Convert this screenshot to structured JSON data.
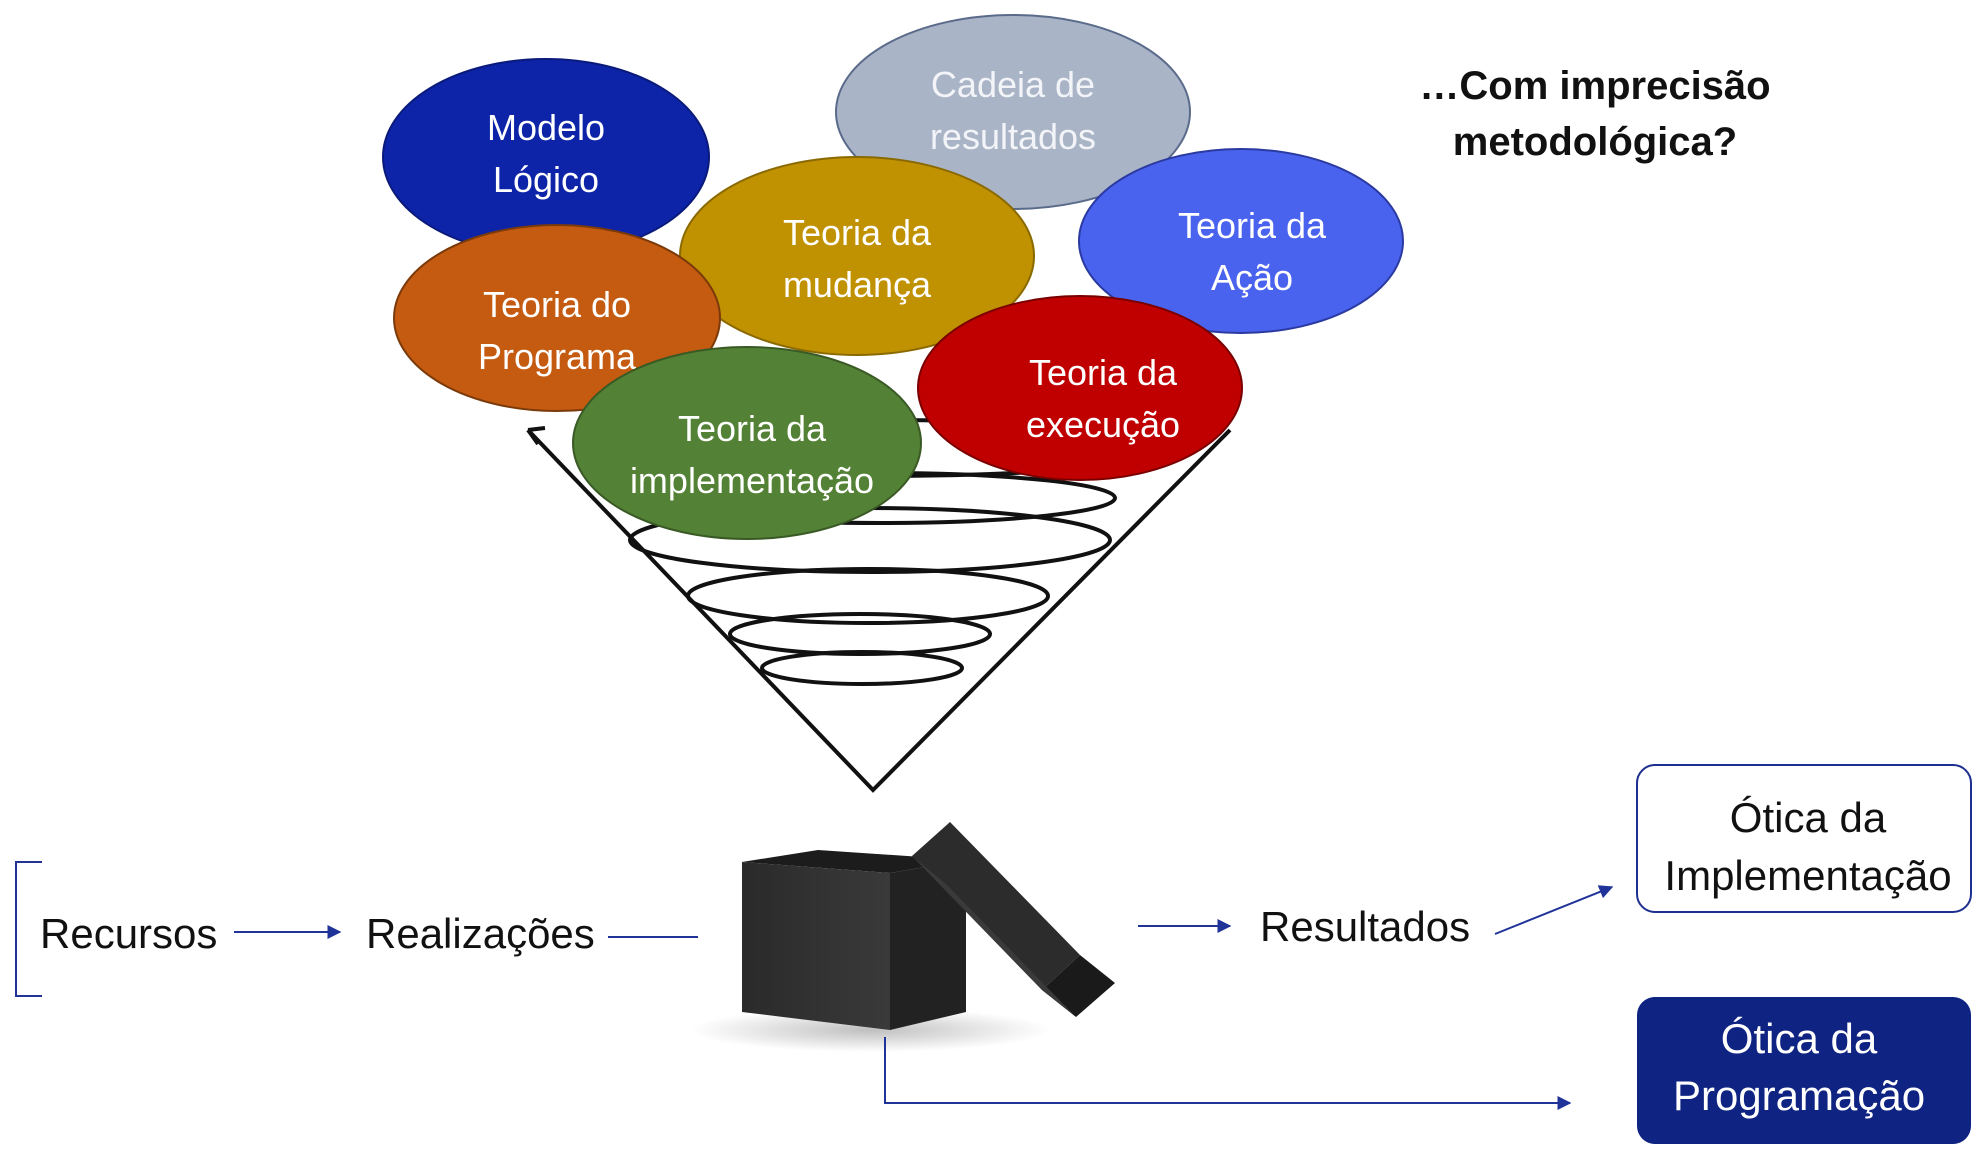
{
  "question": {
    "line1": "…Com imprecisão",
    "line2": "metodológica?"
  },
  "bubbles": [
    {
      "line1": "Modelo",
      "line2": "Lógico",
      "color": "#0d24a8",
      "text_color": "#ffffff"
    },
    {
      "line1": "Cadeia de",
      "line2": "resultados",
      "color": "#aab4c7",
      "text_color": "#f2f4f8"
    },
    {
      "line1": "Teoria da",
      "line2": "mudança",
      "color": "#c09100",
      "text_color": "#ffffff"
    },
    {
      "line1": "Teoria da",
      "line2": "Ação",
      "color": "#4a63ef",
      "text_color": "#ffffff"
    },
    {
      "line1": "Teoria do",
      "line2": "Programa",
      "color": "#c55a11",
      "text_color": "#ffffff"
    },
    {
      "line1": "Teoria da",
      "line2": "execução",
      "color": "#c00000",
      "text_color": "#ffffff"
    },
    {
      "line1": "Teoria da",
      "line2": "implementação",
      "color": "#538135",
      "text_color": "#ffffff"
    }
  ],
  "flow": {
    "recursos": "Recursos",
    "realizacoes": "Realizações",
    "resultados": "Resultados"
  },
  "optics": {
    "implementacao": {
      "line1": "Ótica da",
      "line2": "Implementação",
      "border_color": "#1f2f8f"
    },
    "programacao": {
      "line1": "Ótica da",
      "line2": "Programação",
      "fill_color": "#0e2382"
    }
  },
  "colors": {
    "arrow": "#1f3399",
    "tornado": "#111111"
  }
}
